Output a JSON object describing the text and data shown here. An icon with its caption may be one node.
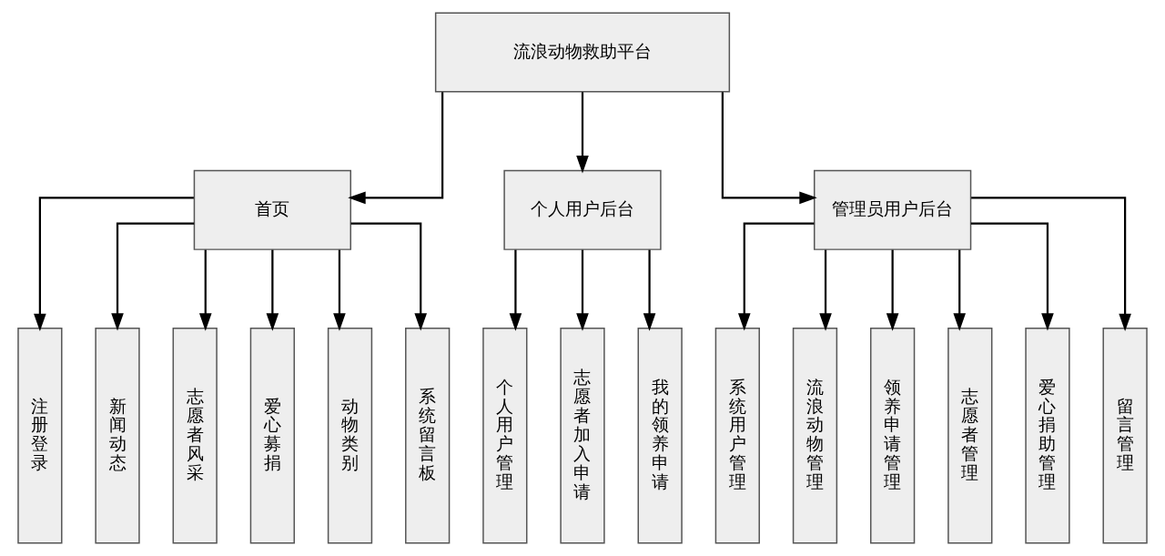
{
  "diagram": {
    "nodes": [
      {
        "text": [
          "流浪动物救助平台"
        ]
      },
      {
        "text": [
          "首页"
        ]
      },
      {
        "text": [
          "个人用户后台"
        ]
      },
      {
        "text": [
          "管理员用户后台"
        ]
      },
      {
        "text": [
          "注册登录"
        ]
      },
      {
        "text": [
          "新闻动态"
        ]
      },
      {
        "text": [
          "志愿者风采"
        ]
      },
      {
        "text": [
          "爱心募捐"
        ]
      },
      {
        "text": [
          "动物类别"
        ]
      },
      {
        "text": [
          "系统留言板"
        ]
      },
      {
        "text": [
          "个人用户管理"
        ]
      },
      {
        "text": [
          "志愿者加入申请"
        ]
      },
      {
        "text": [
          "我的领养申请"
        ]
      },
      {
        "text": [
          "系统用户管理"
        ]
      },
      {
        "text": [
          "流浪动物管理"
        ]
      },
      {
        "text": [
          "领养申请管理"
        ]
      },
      {
        "text": [
          "志愿者管理"
        ]
      },
      {
        "text": [
          "爱心捐助管理"
        ]
      },
      {
        "text": [
          "留言管理"
        ]
      }
    ],
    "edges": [
      {
        "from": 0,
        "to": 1,
        "arrow": "to"
      },
      {
        "from": 0,
        "to": 2,
        "arrow": "to"
      },
      {
        "from": 0,
        "to": 3,
        "arrow": "to"
      },
      {
        "from": 1,
        "to": 4,
        "arrow": "to"
      },
      {
        "from": 1,
        "to": 5,
        "arrow": "to"
      },
      {
        "from": 1,
        "to": 6,
        "arrow": "to"
      },
      {
        "from": 1,
        "to": 7,
        "arrow": "to"
      },
      {
        "from": 1,
        "to": 8,
        "arrow": "to"
      },
      {
        "from": 1,
        "to": 9,
        "arrow": "to"
      },
      {
        "from": 2,
        "to": 10,
        "arrow": "to"
      },
      {
        "from": 2,
        "to": 11,
        "arrow": "to"
      },
      {
        "from": 2,
        "to": 12,
        "arrow": "to"
      },
      {
        "from": 3,
        "to": 13,
        "arrow": "to"
      },
      {
        "from": 3,
        "to": 14,
        "arrow": "to"
      },
      {
        "from": 3,
        "to": 15,
        "arrow": "to"
      },
      {
        "from": 3,
        "to": 16,
        "arrow": "to"
      },
      {
        "from": 3,
        "to": 17,
        "arrow": "to"
      },
      {
        "from": 3,
        "to": 18,
        "arrow": "to"
      }
    ]
  }
}
